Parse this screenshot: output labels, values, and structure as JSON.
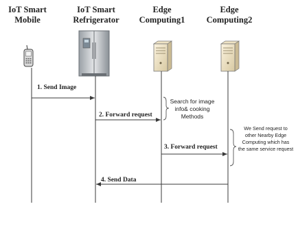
{
  "participants": [
    {
      "line1": "IoT Smart",
      "line2": "Mobile",
      "icon": "mobile-phone-icon"
    },
    {
      "line1": "IoT Smart",
      "line2": "Refrigerator",
      "icon": "refrigerator-icon"
    },
    {
      "line1": "Edge",
      "line2": "Computing1",
      "icon": "server-icon"
    },
    {
      "line1": "Edge",
      "line2": "Computing2",
      "icon": "server-icon"
    }
  ],
  "messages": [
    {
      "label": "1. Send Image"
    },
    {
      "label": "2. Forward request"
    },
    {
      "label": "3. Forward request"
    },
    {
      "label": "4. Send Data"
    }
  ],
  "notes": {
    "edge1": [
      "Search for image",
      "info& cooking",
      "Methods"
    ],
    "edge2": [
      "We Send request to",
      "other Nearby  Edge",
      "Computing which has",
      "the same service request"
    ]
  },
  "colors": {
    "line": "#3a3a3a",
    "text": "#222222"
  }
}
